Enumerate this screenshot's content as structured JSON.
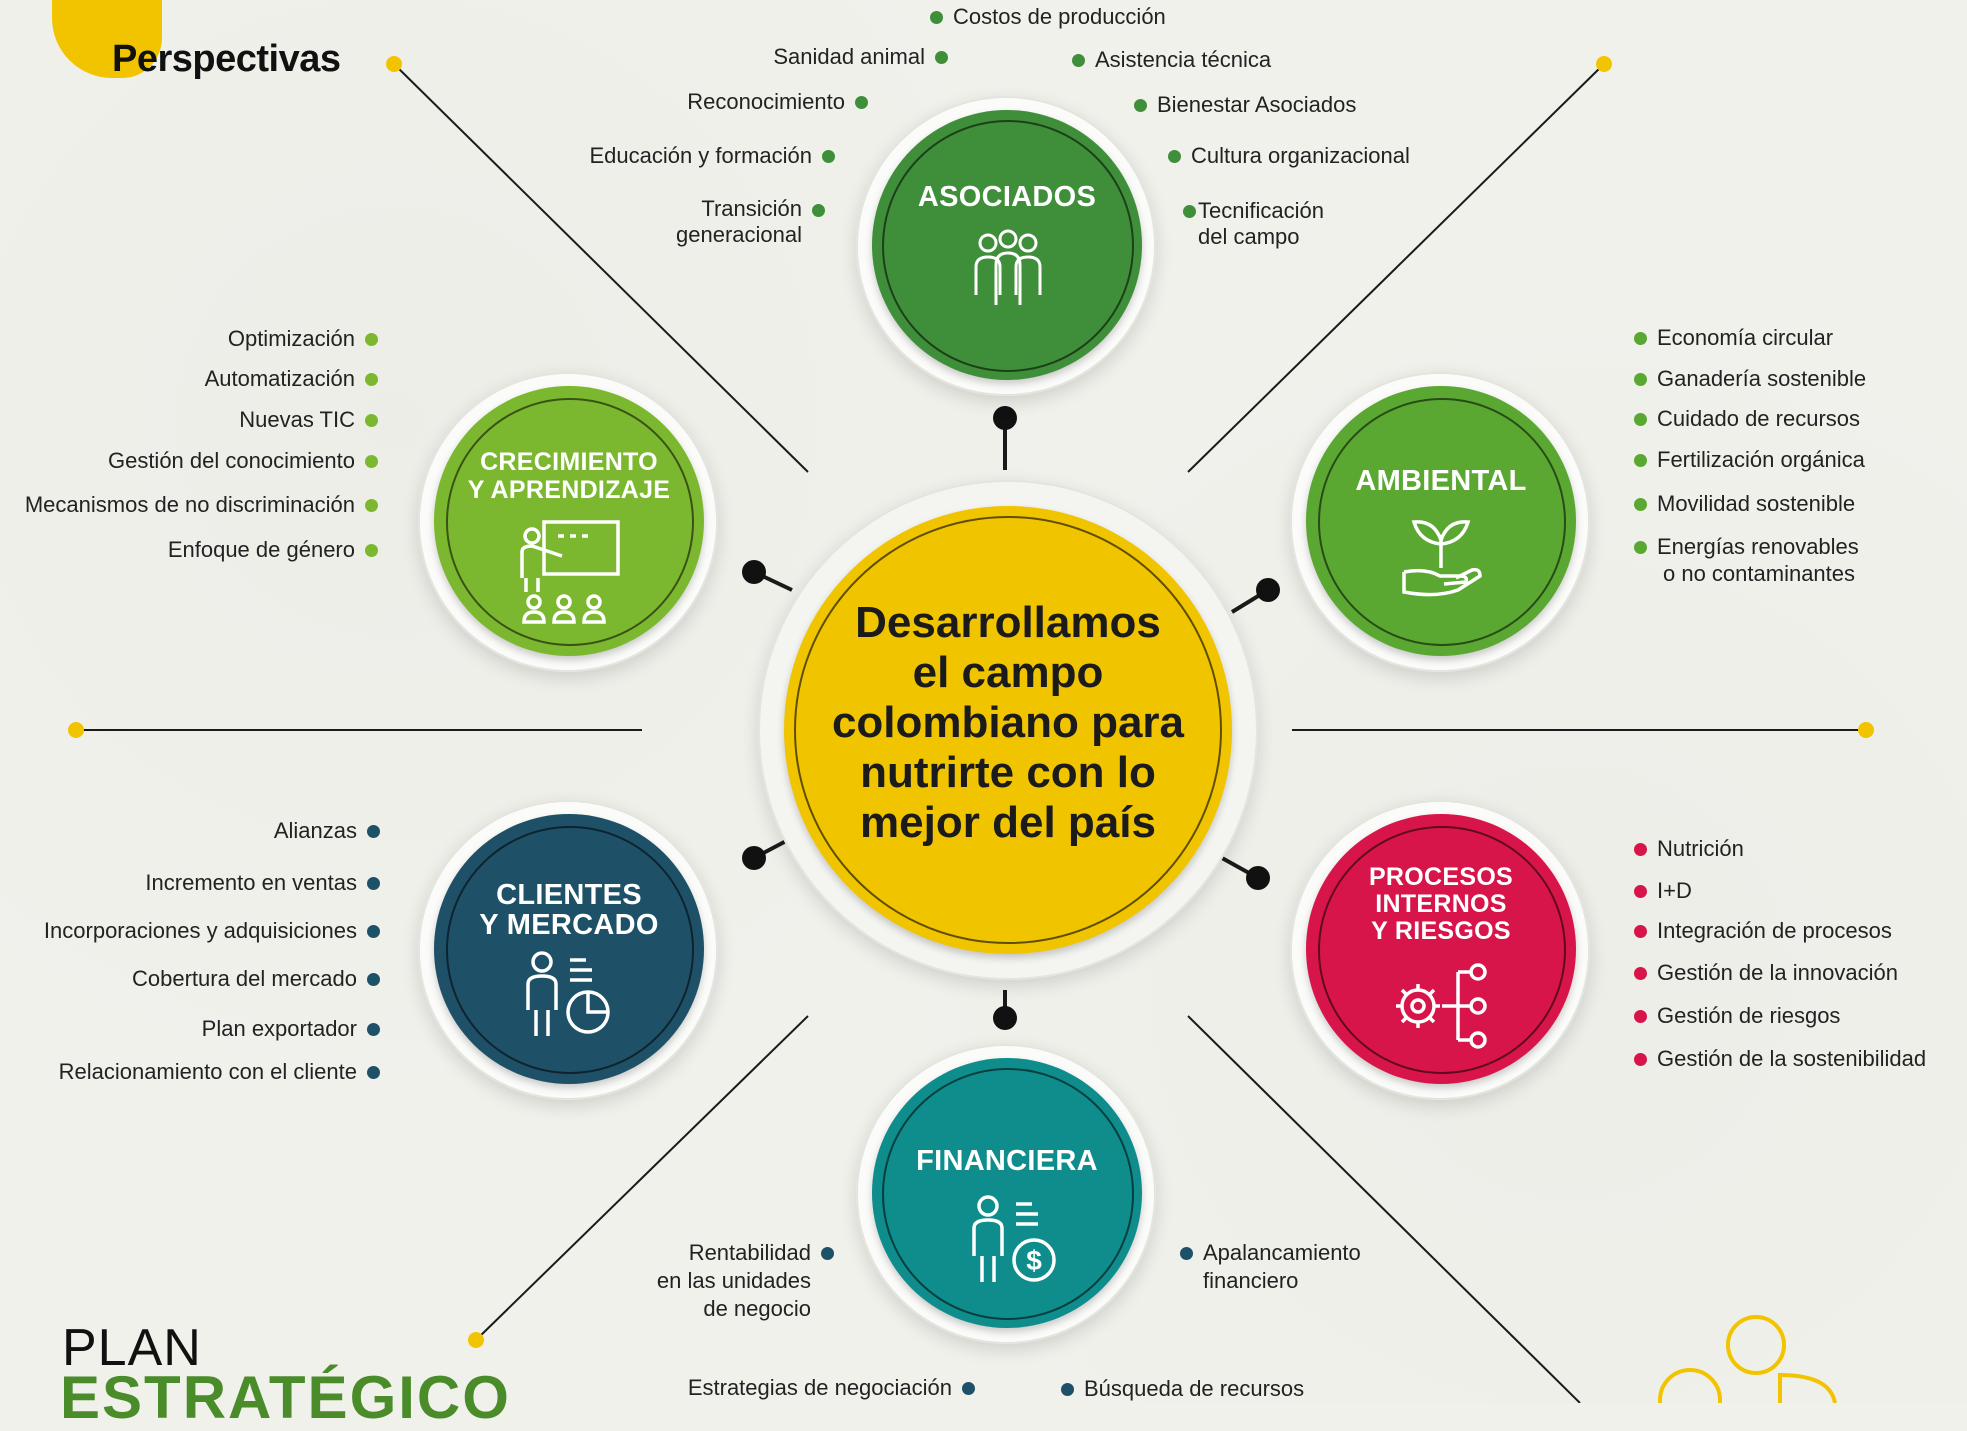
{
  "title": "Perspectivas",
  "center": {
    "lines": [
      "Desarrollamos",
      "el campo",
      "colombiano para",
      "nutrirte con lo",
      "mejor del país"
    ]
  },
  "colors": {
    "asociados": "#3f8f3a",
    "crecimiento": "#7cb82f",
    "ambiental": "#5aa832",
    "clientes": "#1e5168",
    "procesos": "#d8154a",
    "financiera": "#0f8d8d",
    "center": "#f1c400",
    "accent_dot": "#f2c400"
  },
  "perspectives": {
    "asociados": {
      "label": "ASOCIADOS",
      "icon": "people-group-icon",
      "items_left": [
        "Sanidad animal",
        "Reconocimiento",
        "Educación y formación",
        "Transición generacional"
      ],
      "items_right": [
        "Asistencia técnica",
        "Bienestar Asociados",
        "Cultura organizacional",
        "Tecnificación del campo"
      ],
      "item_top": "Costos de producción"
    },
    "crecimiento": {
      "label_1": "CRECIMIENTO",
      "label_2": "Y APRENDIZAJE",
      "icon": "teacher-board-icon",
      "items": [
        "Optimización",
        "Automatización",
        "Nuevas TIC",
        "Gestión del conocimiento",
        "Mecanismos de no discriminación",
        "Enfoque de género"
      ]
    },
    "ambiental": {
      "label": "AMBIENTAL",
      "icon": "plant-in-hand-icon",
      "items": [
        "Economía circular",
        "Ganadería sostenible",
        "Cuidado de recursos",
        "Fertilización orgánica",
        "Movilidad sostenible",
        "Energías renovables",
        "o no contaminantes"
      ]
    },
    "clientes": {
      "label_1": "CLIENTES",
      "label_2": "Y MERCADO",
      "icon": "person-chart-icon",
      "items": [
        "Alianzas",
        "Incremento en ventas",
        "Incorporaciones y adquisiciones",
        "Cobertura del mercado",
        "Plan exportador",
        "Relacionamiento con el cliente"
      ]
    },
    "procesos": {
      "label_1": "PROCESOS",
      "label_2": "INTERNOS",
      "label_3": "Y RIESGOS",
      "icon": "gear-network-icon",
      "items": [
        "Nutrición",
        "I+D",
        "Integración de procesos",
        "Gestión de la innovación",
        "Gestión de riesgos",
        "Gestión de la sostenibilidad"
      ]
    },
    "financiera": {
      "label": "FINANCIERA",
      "icon": "person-money-icon",
      "items_left": [
        "Rentabilidad",
        "en las unidades",
        "de negocio"
      ],
      "items_right": [
        "Apalancamiento",
        "financiero"
      ],
      "bottom_left": "Estrategias de negociación",
      "bottom_right": "Búsqueda de recursos"
    }
  },
  "brand": {
    "line1": "PLAN",
    "line2": "ESTRATÉGICO"
  }
}
